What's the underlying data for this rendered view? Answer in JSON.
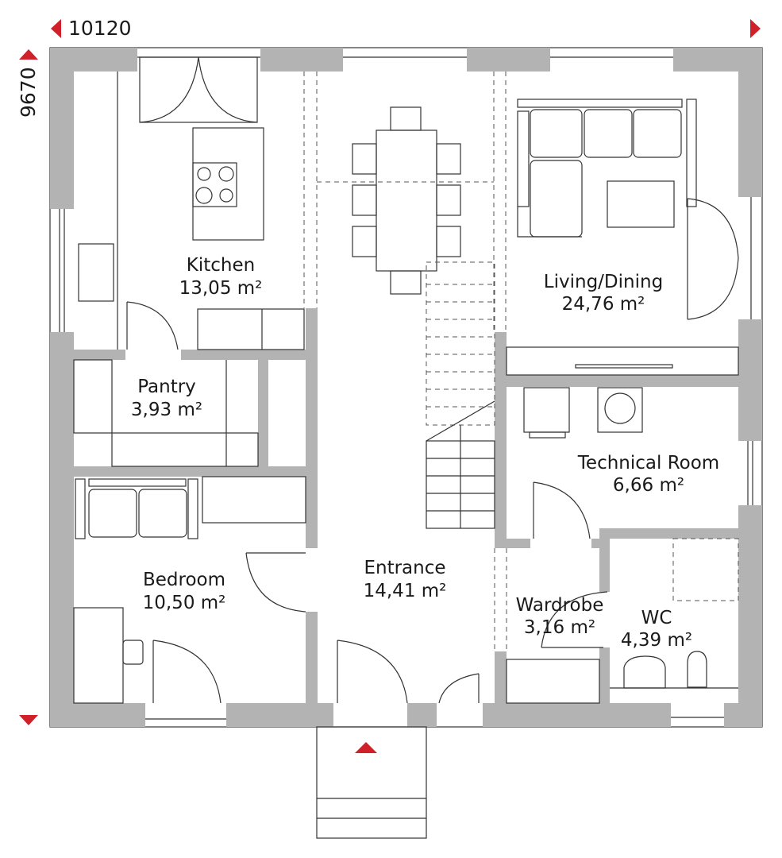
{
  "dimensions": {
    "width": "10120",
    "depth": "9670"
  },
  "colors": {
    "wall": "#b3b3b3",
    "marker": "#d0202a"
  },
  "rooms": [
    {
      "name": "Kitchen",
      "area": "13,05 m²"
    },
    {
      "name": "Living/Dining",
      "area": "24,76 m²"
    },
    {
      "name": "Pantry",
      "area": "3,93 m²"
    },
    {
      "name": "Technical Room",
      "area": "6,66 m²"
    },
    {
      "name": "Bedroom",
      "area": "10,50 m²"
    },
    {
      "name": "Entrance",
      "area": "14,41 m²"
    },
    {
      "name": "Wardrobe",
      "area": "3,16 m²"
    },
    {
      "name": "WC",
      "area": "4,39 m²"
    }
  ]
}
